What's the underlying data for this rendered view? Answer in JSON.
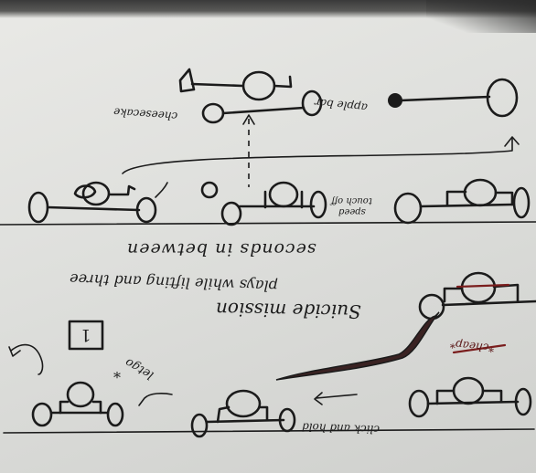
{
  "sheet": {
    "description_lines": [
      "Suicide mission",
      "plays while lifting and three",
      "seconds in between"
    ],
    "labels": {
      "cheesecake": "cheesecake",
      "apple_bar": "apple bar",
      "touch_off": "touch off",
      "speed": "speed",
      "click_and_hold": "click and hold",
      "letgo": "letgo",
      "letgo_star": "*",
      "box_number": "1",
      "corner_scribble": "*cheap*"
    }
  }
}
